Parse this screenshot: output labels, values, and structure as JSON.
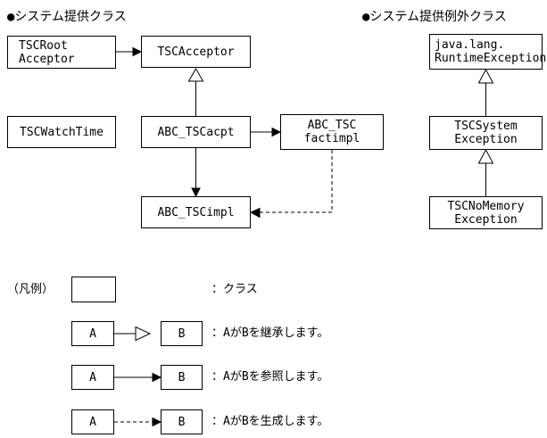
{
  "headers": {
    "system_classes": "●システム提供クラス",
    "system_exception_classes": "●システム提供例外クラス"
  },
  "classes": {
    "tscroot_acceptor": "TSCRoot\nAcceptor",
    "tscacceptor": "TSCAcceptor",
    "tscwatchtime": "TSCWatchTime",
    "abc_tscacpt": "ABC_TSCacpt",
    "abc_tscfactimpl": "ABC_TSC\nfactimpl",
    "abc_tscimpl": "ABC_TSCimpl",
    "runtime_exception": "java.lang.\nRuntimeException",
    "tscsystem_exception": "TSCSystem\nException",
    "tscnomemory_exception": "TSCNoMemory\nException"
  },
  "relations": {
    "inherit": "継承",
    "reference": "参照",
    "generate": "生成"
  },
  "legend": {
    "title": "（凡例）",
    "node_a": "A",
    "node_b": "B",
    "class_label": "：クラス",
    "inherit_label": "：AがBを継承します。",
    "reference_label": "：AがBを参照します。",
    "generate_label": "：AがBを生成します。"
  },
  "colors": {
    "line": "#000000",
    "background": "#ffffff"
  }
}
